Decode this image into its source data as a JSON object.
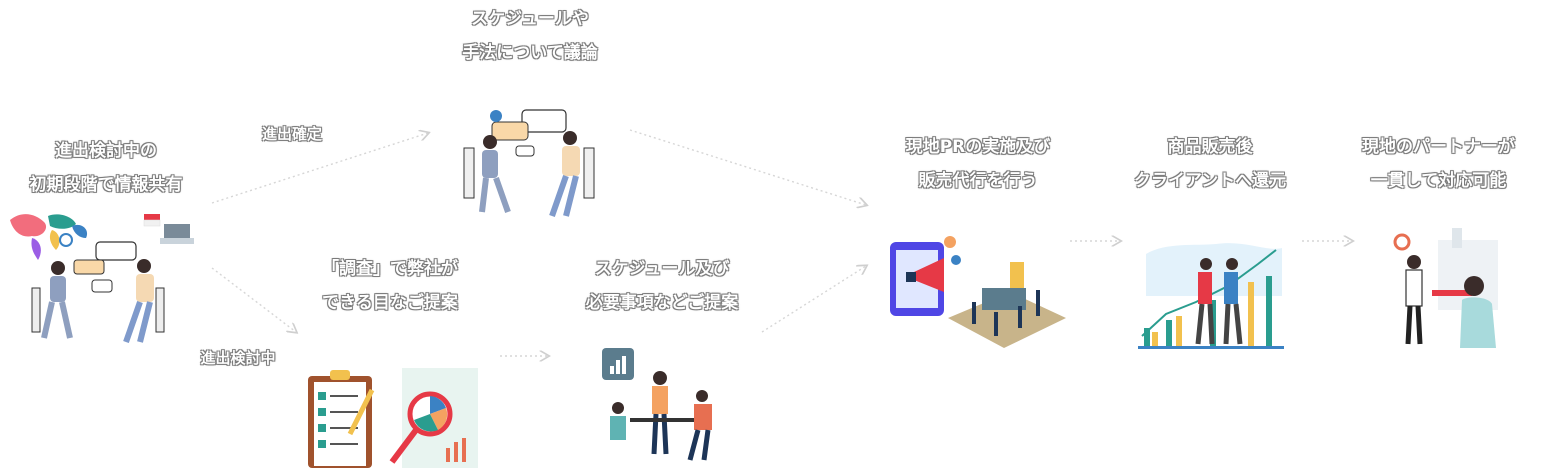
{
  "labels": {
    "start": [
      "進出検討中の",
      "初期段階で情報共有"
    ],
    "schedule_talk": [
      "スケジュールや",
      "手法について議論"
    ],
    "decided": "進出確定",
    "considering": "進出検討中",
    "research": [
      "「調査」で弊社が",
      "できる目なご提案"
    ],
    "schedule_proposal": [
      "スケジュール及び",
      "必要事項などご提案"
    ],
    "local_pr": [
      "現地PRの実施及び",
      "販売代行を行う"
    ],
    "after_sales": [
      "商品販売後",
      "クライアントへ還元"
    ],
    "partner": [
      "現地のパートナーが",
      "一貫して対応可能"
    ]
  },
  "icons": {
    "start": "meeting-with-world-map-icon",
    "flag": "indonesia-flag-icon",
    "discussion": "two-people-discussion-icon",
    "research": "clipboard-and-magnifier-icon",
    "team": "team-meeting-icon",
    "promotion": "megaphone-promotion-icon",
    "growth": "handshake-growth-chart-icon",
    "partner": "local-partner-icon"
  },
  "colors": {
    "accent_orange": "#f4a261",
    "accent_blue": "#3b82c4",
    "accent_teal": "#2a9d8f",
    "accent_yellow": "#f2c14e",
    "accent_red": "#e76f51",
    "outline": "#333333"
  }
}
